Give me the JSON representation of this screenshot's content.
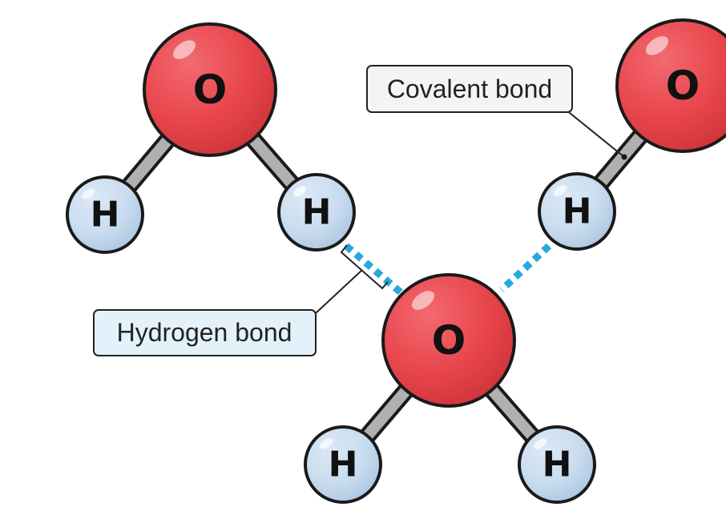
{
  "labels": {
    "oxygen": "O",
    "hydrogen": "H",
    "covalent_bond": "Covalent bond",
    "hydrogen_bond": "Hydrogen bond"
  },
  "colors": {
    "oxygen_fill": "#e8454c",
    "oxygen_dark": "#c93137",
    "hydrogen_fill": "#c9dcef",
    "hydrogen_dark": "#a9c4de",
    "outline": "#1a1a1a",
    "covalent_bond": "#b0b0b0",
    "hydrogen_bond": "#29a8e0",
    "hydrogen_label_box": "#e3f1fb",
    "covalent_label_box": "#f4f4f4"
  }
}
